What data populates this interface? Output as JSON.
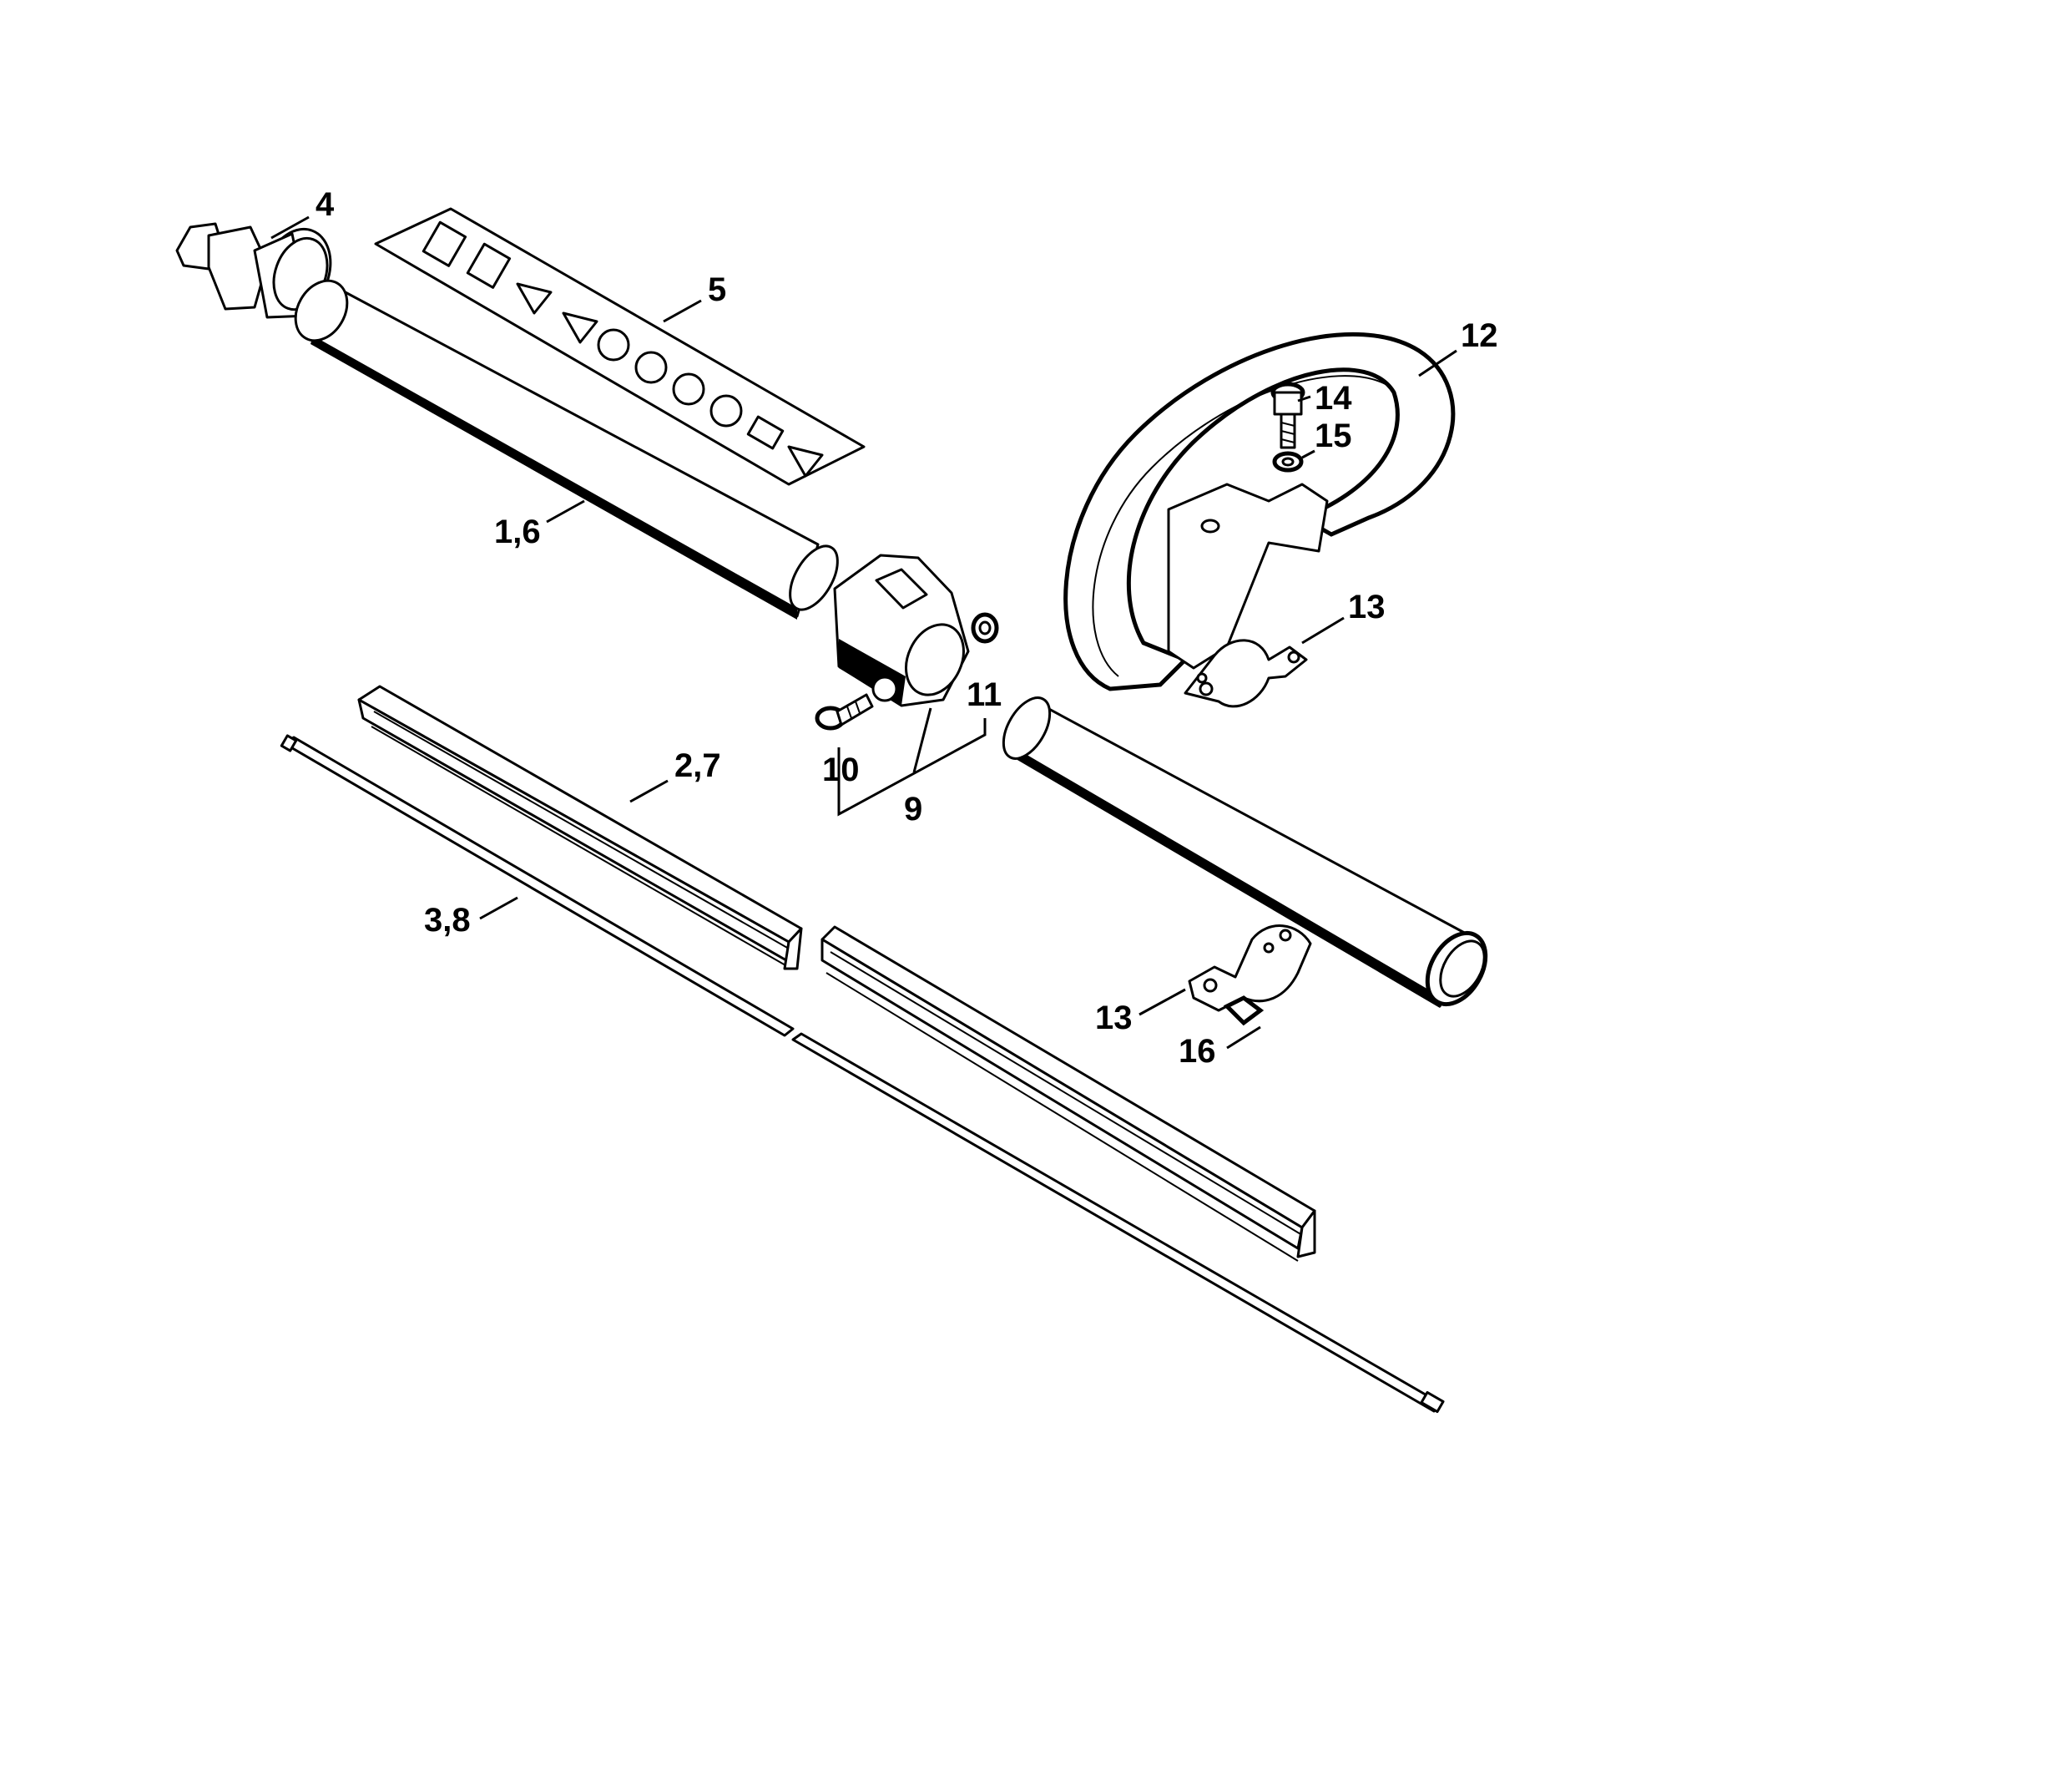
{
  "diagram": {
    "callouts": {
      "c4": "4",
      "c5": "5",
      "c16_tube": "1,6",
      "c12": "12",
      "c14": "14",
      "c15": "15",
      "c13_upper": "13",
      "c11": "11",
      "c10": "10",
      "c9": "9",
      "c27": "2,7",
      "c38": "3,8",
      "c13_lower": "13",
      "c16": "16"
    }
  }
}
